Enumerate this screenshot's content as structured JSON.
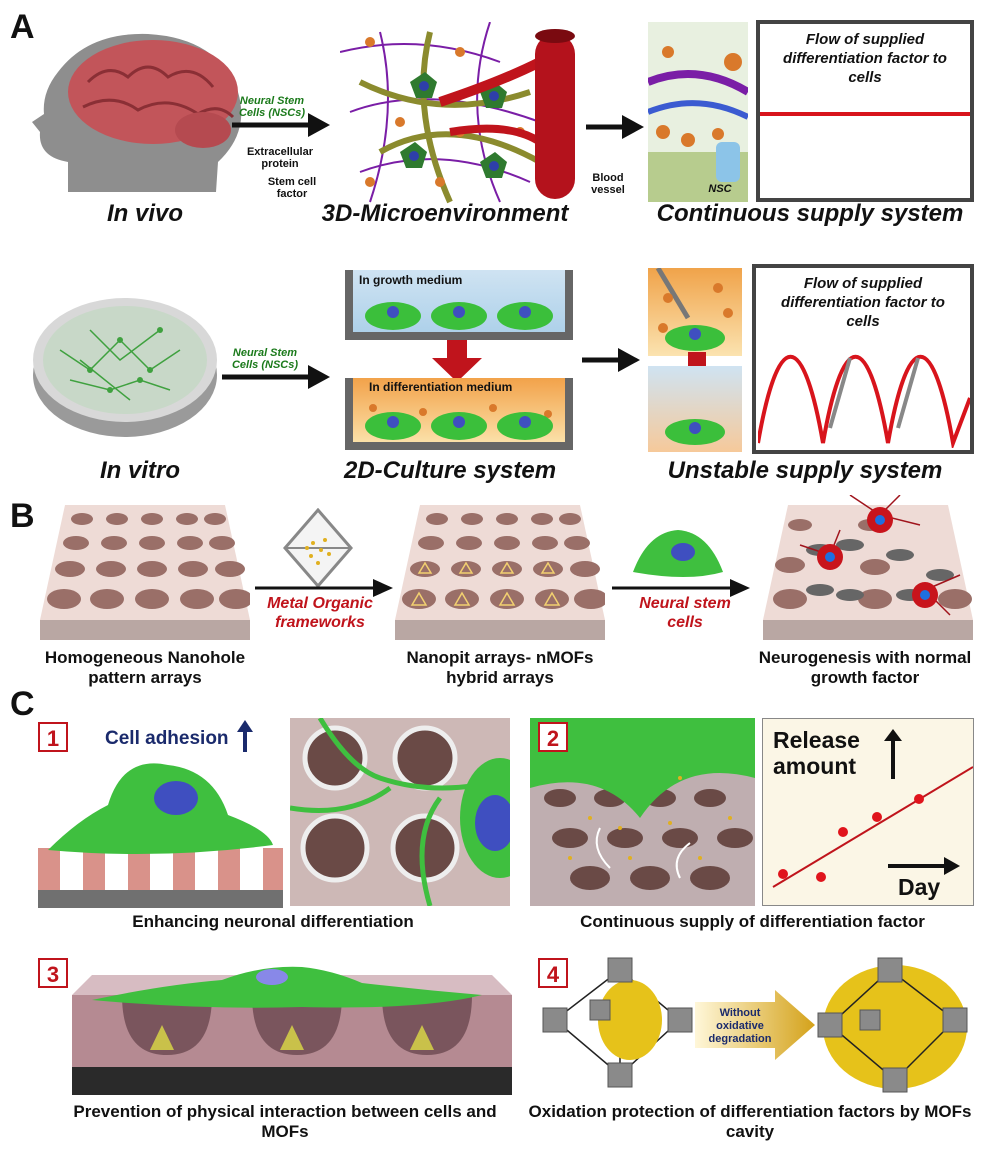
{
  "panel_labels": {
    "a": "A",
    "b": "B",
    "c": "C"
  },
  "panel_a": {
    "in_vivo": "In vivo",
    "in_vitro": "In vitro",
    "microenvironment": "3D-Microenvironment",
    "culture_system": "2D-Culture system",
    "continuous": "Continuous supply system",
    "unstable": "Unstable supply system",
    "nsc_label": "Neural Stem Cells (NSCs)",
    "extracellular_protein": "Extracellular protein",
    "stem_cell_factor": "Stem cell factor",
    "blood_vessel": "Blood vessel",
    "nsc_short": "NSC",
    "flow_title": "Flow of supplied differentiation factor to cells",
    "growth_medium": "In growth medium",
    "differentiation_medium": "In differentiation medium"
  },
  "panel_b": {
    "homogeneous": "Homogeneous Nanohole pattern arrays",
    "metal_organic": "Metal Organic frameworks",
    "nanopit": "Nanopit arrays- nMOFs hybrid arrays",
    "neural_stem_cells": "Neural stem cells",
    "neurogenesis": "Neurogenesis with normal growth factor"
  },
  "panel_c": {
    "n1": "1",
    "n2": "2",
    "n3": "3",
    "n4": "4",
    "cell_adhesion": "Cell adhesion",
    "enhancing": "Enhancing neuronal differentiation",
    "continuous_supply": "Continuous supply of differentiation factor",
    "prevention": "Prevention of physical interaction between cells and MOFs",
    "oxidation": "Oxidation protection of differentiation factors by MOFs cavity",
    "without_oxidative": "Without oxidative degradation"
  },
  "release_chart": {
    "ylabel": "Release amount",
    "xlabel": "Day"
  },
  "colors": {
    "red": "#d8141c",
    "green": "#3fbf3f",
    "dark_green": "#1b7a1b",
    "gray_frame": "#444444"
  }
}
